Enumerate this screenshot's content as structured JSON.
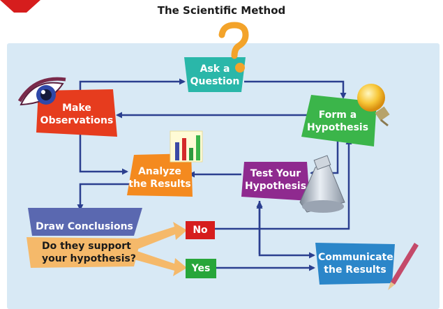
{
  "title": "The Scientific Method",
  "nodes": {
    "ask": {
      "line1": "Ask a",
      "line2": "Question"
    },
    "observe": {
      "line1": "Make",
      "line2": "Observations"
    },
    "hypothesis": {
      "line1": "Form a",
      "line2": "Hypothesis"
    },
    "analyze": {
      "line1": "Analyze",
      "line2": "the Results"
    },
    "test": {
      "line1": "Test Your",
      "line2": "Hypothesis"
    },
    "conclude": {
      "label": "Draw Conclusions"
    },
    "support": {
      "line1": "Do they support",
      "line2": "your hypothesis?"
    },
    "no": {
      "label": "No"
    },
    "yes": {
      "label": "Yes"
    },
    "communicate": {
      "line1": "Communicate",
      "line2": "the Results"
    }
  },
  "icons": [
    "question-mark-icon",
    "eye-icon",
    "lightbulb-icon",
    "bar-chart-icon",
    "flask-icon",
    "pencil-icon",
    "corner-marker-icon"
  ],
  "colors": {
    "panel": "#d8e9f5",
    "arrow": "#2b3f8f",
    "ask": "#2ab7a9",
    "observe": "#e63c1e",
    "hypothesis": "#3bb54a",
    "analyze": "#f48a1f",
    "test": "#8f2a8f",
    "conclude": "#5a68b0",
    "support": "#f5b96a",
    "decision": "#d61d1d",
    "yes": "#27a63a",
    "communicate": "#2b86c9"
  }
}
